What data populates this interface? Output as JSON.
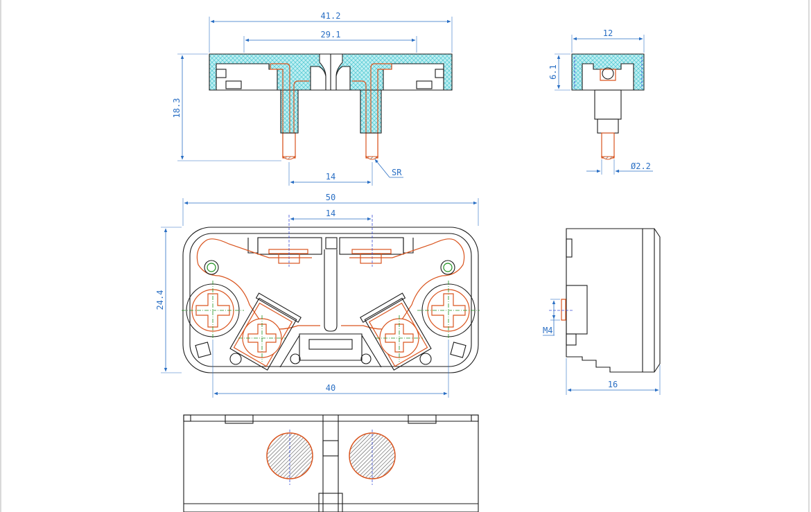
{
  "colors": {
    "dimension": "#2a6fc4",
    "outline": "#1a1a1a",
    "copper": "#d9541e",
    "insulation_hatch": "#5fd0d8",
    "centerline": "#1c8f1c"
  },
  "views": {
    "front_section": {
      "overall_width": "41.2",
      "inner_width": "29.1",
      "height": "18.3",
      "pin_pitch": "14",
      "tip_note": "SR"
    },
    "side_section": {
      "width": "12",
      "height": "6.1",
      "pin_diameter": "Ø2.2"
    },
    "top_view": {
      "overall_width": "50",
      "pitch": "14",
      "height": "24.4",
      "hole_spacing": "40"
    },
    "right_view": {
      "thread": "M4",
      "depth": "16"
    }
  }
}
